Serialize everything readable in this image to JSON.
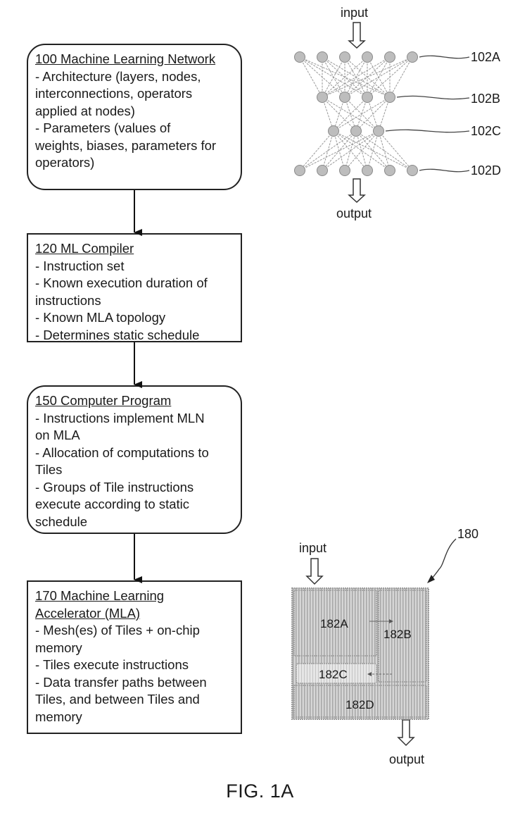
{
  "figure": {
    "caption": "FIG. 1A"
  },
  "flow_boxes": [
    {
      "id": "100",
      "shape": "rounded",
      "title": "100 Machine Learning Network",
      "lines": [
        "- Architecture (layers, nodes,",
        "interconnections, operators",
        "applied at nodes)",
        "- Parameters (values of",
        "weights, biases, parameters for",
        "operators)"
      ]
    },
    {
      "id": "120",
      "shape": "rect",
      "title": "120 ML Compiler",
      "lines": [
        "- Instruction set",
        "- Known execution duration of",
        "instructions",
        "- Known MLA topology",
        "- Determines static schedule"
      ]
    },
    {
      "id": "150",
      "shape": "rounded",
      "title": "150 Computer Program",
      "lines": [
        "- Instructions implement MLN",
        "on MLA",
        "- Allocation of computations to",
        "Tiles",
        "- Groups of Tile instructions",
        "execute according to static",
        "schedule"
      ]
    },
    {
      "id": "170",
      "shape": "rect",
      "title_lines": [
        "170 Machine Learning",
        "Accelerator (MLA)"
      ],
      "lines": [
        "- Mesh(es) of Tiles + on-chip",
        "memory",
        "- Tiles execute instructions",
        "- Data transfer paths between",
        "Tiles, and between Tiles and",
        "memory"
      ]
    }
  ],
  "network": {
    "input_label": "input",
    "output_label": "output",
    "layers": [
      {
        "label": "102A",
        "nodes": 6
      },
      {
        "label": "102B",
        "nodes": 4
      },
      {
        "label": "102C",
        "nodes": 3
      },
      {
        "label": "102D",
        "nodes": 6
      }
    ]
  },
  "accelerator": {
    "ref_label": "180",
    "input_label": "input",
    "output_label": "output",
    "tiles": [
      {
        "label": "182A"
      },
      {
        "label": "182B"
      },
      {
        "label": "182C"
      },
      {
        "label": "182D"
      }
    ]
  },
  "colors": {
    "line": "#222222",
    "node_fill": "#bdbdbd",
    "tile_fill": "#cfcfcf",
    "tile_stripe": "#a8a8a8"
  }
}
